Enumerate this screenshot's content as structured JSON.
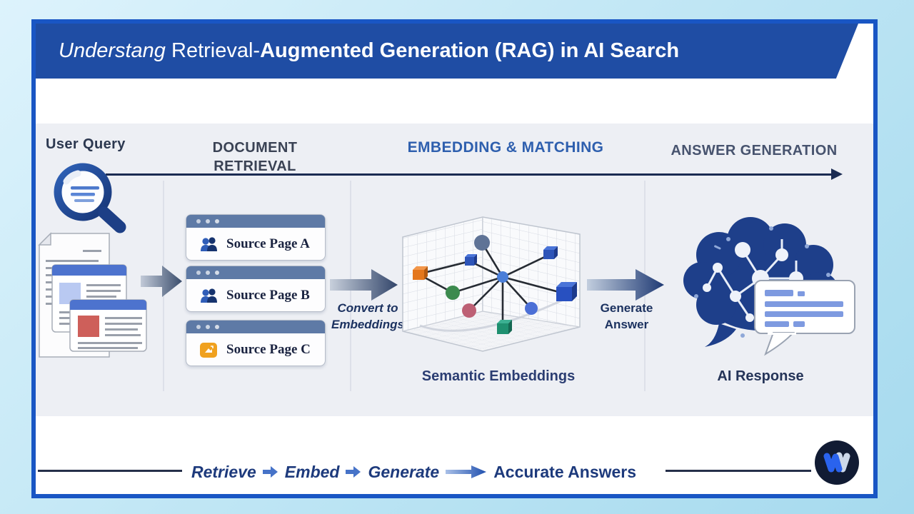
{
  "header": {
    "title_part1": "Understang",
    "title_part2": " Retrieval-",
    "title_part3": "Augmented Generation (RAG) in AI Search"
  },
  "stages": {
    "user_query": "User Query",
    "document_retrieval": "DOCUMENT RETRIEVAL",
    "embedding_matching": "EMBEDDING & MATCHING",
    "answer_generation": "ANSWER GENERATION"
  },
  "retrieval": {
    "source_pages": [
      {
        "label": "Source Page A",
        "icon": "users-icon"
      },
      {
        "label": "Source Page B",
        "icon": "users-icon"
      },
      {
        "label": "Source Page C",
        "icon": "document-icon"
      }
    ]
  },
  "embedding": {
    "arrow_label_line1": "Convert to",
    "arrow_label_line2": "Embeddings",
    "caption": "Semantic Embeddings"
  },
  "generation": {
    "arrow_label_line1": "Generate",
    "arrow_label_line2": "Answer",
    "caption": "AI Response"
  },
  "footer": {
    "step1": "Retrieve",
    "step2": "Embed",
    "step3": "Generate",
    "result": "Accurate Answers"
  },
  "colors": {
    "frame": "#1956c4",
    "banner": "#1f4da4",
    "band": "#edeff4",
    "accent_blue": "#2e5fae",
    "navy_text": "#1c3260",
    "arrow_slate": "#3e5070",
    "footer_arrow": "#4673c8"
  }
}
